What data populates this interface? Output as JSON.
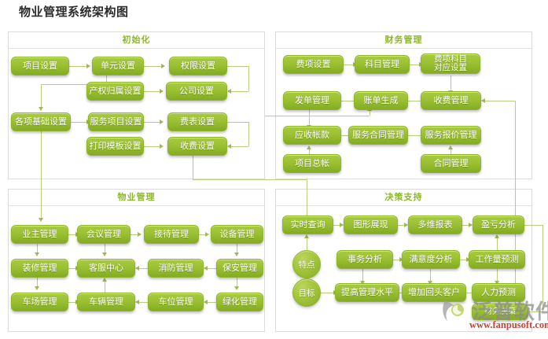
{
  "page": {
    "title": "物业管理系统架构图"
  },
  "panels": {
    "init": {
      "title": "初始化",
      "nodes": [
        {
          "label": "项目设置"
        },
        {
          "label": "单元设置"
        },
        {
          "label": "权限设置"
        },
        {
          "label": "产权归属设置"
        },
        {
          "label": "公司设置"
        },
        {
          "label": "各项基础设置"
        },
        {
          "label": "服务项目设置"
        },
        {
          "label": "费表设置"
        },
        {
          "label": "打印模板设置"
        },
        {
          "label": "收费设置"
        }
      ]
    },
    "finance": {
      "title": "财务管理",
      "nodes": [
        {
          "label": "费项设置"
        },
        {
          "label": "科目管理"
        },
        {
          "label": "费项科目\n对应设置"
        },
        {
          "label": "发单管理"
        },
        {
          "label": "账单生成"
        },
        {
          "label": "收费管理"
        },
        {
          "label": "应收帐款"
        },
        {
          "label": "服务合同管理"
        },
        {
          "label": "服务报价管理"
        },
        {
          "label": "项目总帐"
        },
        {
          "label": "合同管理"
        }
      ]
    },
    "property": {
      "title": "物业管理",
      "nodes": [
        {
          "label": "业主管理"
        },
        {
          "label": "会议管理"
        },
        {
          "label": "接待管理"
        },
        {
          "label": "设备管理"
        },
        {
          "label": "装修管理"
        },
        {
          "label": "客服中心"
        },
        {
          "label": "消防管理"
        },
        {
          "label": "保安管理"
        },
        {
          "label": "车场管理"
        },
        {
          "label": "车辆管理"
        },
        {
          "label": "车位管理"
        },
        {
          "label": "绿化管理"
        }
      ]
    },
    "decision": {
      "title": "决策支持",
      "nodes": [
        {
          "label": "实时查询"
        },
        {
          "label": "图形展现"
        },
        {
          "label": "多维报表"
        },
        {
          "label": "盈亏分析"
        },
        {
          "label": "事务分析"
        },
        {
          "label": "满意度分析"
        },
        {
          "label": "工作量预测"
        },
        {
          "label": "提高管理水平"
        },
        {
          "label": "增加回头客户"
        },
        {
          "label": "人力预测"
        },
        {
          "label": "财务决策"
        }
      ],
      "circles": [
        {
          "label": "特点"
        },
        {
          "label": "目标"
        }
      ]
    }
  },
  "watermark": {
    "brand": "泛普软件",
    "url": "www.fanpusoft.com"
  },
  "colors": {
    "node_top": "#a8c93f",
    "node_bottom": "#84ac21",
    "panel_title": "#8cb82b",
    "connector": "#b7cf7e",
    "arrow": "#9dbb55",
    "panel_border": "#dcdcdc",
    "title_text": "#2b2b2b",
    "watermark_url": "#c0392b"
  }
}
